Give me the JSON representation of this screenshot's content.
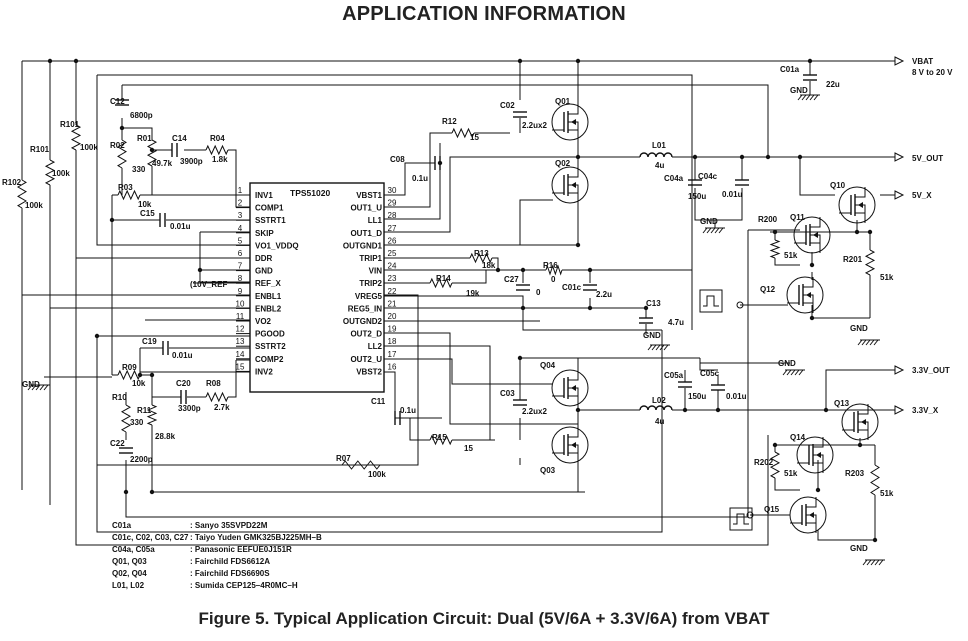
{
  "heading": "APPLICATION INFORMATION",
  "caption": "Figure 5. Typical Application Circuit: Dual (5V/6A + 3.3V/6A) from VBAT",
  "ic": {
    "name": "TPS51020",
    "left_pins": [
      {
        "num": "1",
        "name": "INV1"
      },
      {
        "num": "2",
        "name": "COMP1"
      },
      {
        "num": "3",
        "name": "SSTRT1"
      },
      {
        "num": "4",
        "name": "SKIP"
      },
      {
        "num": "5",
        "name": "VO1_VDDQ"
      },
      {
        "num": "6",
        "name": "DDR"
      },
      {
        "num": "7",
        "name": "GND"
      },
      {
        "num": "8",
        "name": "REF_X"
      },
      {
        "num": "9",
        "name": "ENBL1"
      },
      {
        "num": "10",
        "name": "ENBL2"
      },
      {
        "num": "11",
        "name": "VO2"
      },
      {
        "num": "12",
        "name": "PGOOD"
      },
      {
        "num": "13",
        "name": "SSTRT2"
      },
      {
        "num": "14",
        "name": "COMP2"
      },
      {
        "num": "15",
        "name": "INV2"
      }
    ],
    "right_pins": [
      {
        "num": "30",
        "name": "VBST1"
      },
      {
        "num": "29",
        "name": "OUT1_U"
      },
      {
        "num": "28",
        "name": "LL1"
      },
      {
        "num": "27",
        "name": "OUT1_D"
      },
      {
        "num": "26",
        "name": "OUTGND1"
      },
      {
        "num": "25",
        "name": "TRIP1"
      },
      {
        "num": "24",
        "name": "VIN"
      },
      {
        "num": "23",
        "name": "TRIP2"
      },
      {
        "num": "22",
        "name": "VREG5"
      },
      {
        "num": "21",
        "name": "REG5_IN"
      },
      {
        "num": "20",
        "name": "OUTGND2"
      },
      {
        "num": "19",
        "name": "OUT2_D"
      },
      {
        "num": "18",
        "name": "LL2"
      },
      {
        "num": "17",
        "name": "OUT2_U"
      },
      {
        "num": "16",
        "name": "VBST2"
      }
    ]
  },
  "nets": {
    "vbat": "VBAT",
    "vbat_range": "8 V to 20 V",
    "out_5v": "5V_OUT",
    "out_5vx": "5V_X",
    "out_33v": "3.3V_OUT",
    "out_33vx": "3.3V_X",
    "gnd": "GND",
    "ref_note": "(10V_REF"
  },
  "parts": {
    "r101a": "R101",
    "r101b": "R101",
    "r102": "R102",
    "r101_val": "100k",
    "r101b_val": "100k",
    "r102_val": "100k",
    "c12": "C12",
    "c12_val": "6800p",
    "r01": "R01",
    "r01_val": "49.7k",
    "r02": "R02",
    "r02_val": "330",
    "c14": "C14",
    "c14_val": "3900p",
    "r04": "R04",
    "r04_val": "1.8k",
    "r03": "R03",
    "r03_val": "10k",
    "c15": "C15",
    "c15_val": "0.01u",
    "c19": "C19",
    "c19_val": "0.01u",
    "r09": "R09",
    "r09_val": "10k",
    "c20": "C20",
    "c20_val": "3300p",
    "r08": "R08",
    "r08_val": "2.7k",
    "r10": "R10",
    "r10_val": "330",
    "r11": "R11",
    "r11_val": "28.8k",
    "c22": "C22",
    "c22_val": "2200p",
    "r07": "R07",
    "r07_val": "100k",
    "r12": "R12",
    "r12_val": "15",
    "c02": "C02",
    "c02_val": "2.2ux2",
    "c08": "C08",
    "c08_val": "0.1u",
    "q01": "Q01",
    "q02": "Q02",
    "l01": "L01",
    "l01_val": "4u",
    "c04a": "C04a",
    "c04a_val": "150u",
    "c04c": "C04c",
    "c04c_val": "0.01u",
    "c01a": "C01a",
    "c01a_val": "22u",
    "r13": "R13",
    "r13_val": "18k",
    "r14": "R14",
    "r14_val": "19k",
    "c27": "C27",
    "c27_val": "0",
    "r16": "R16",
    "r16_val": "0",
    "c01c": "C01c",
    "c01c_val": "2.2u",
    "c13": "C13",
    "c13_val": "4.7u",
    "q10": "Q10",
    "q11": "Q11",
    "q12": "Q12",
    "r200": "R200",
    "r200_val": "51k",
    "r201": "R201",
    "r201_val": "51k",
    "q04": "Q04",
    "q03": "Q03",
    "c03": "C03",
    "c03_val": "2.2ux2",
    "c11": "C11",
    "c11_val": "0.1u",
    "r15": "R15",
    "r15_val": "15",
    "l02": "L02",
    "l02_val": "4u",
    "c05a": "C05a",
    "c05a_val": "150u",
    "c05c": "C05c",
    "c05c_val": "0.01u",
    "q13": "Q13",
    "q14": "Q14",
    "q15": "Q15",
    "r202": "R202",
    "r202_val": "51k",
    "r203": "R203",
    "r203_val": "51k"
  },
  "bom": [
    {
      "ref": "C01a",
      "part": ": Sanyo  35SVPD22M"
    },
    {
      "ref": "C01c, C02, C03, C27",
      "part": ": Taiyo Yuden  GMK325BJ225MH–B"
    },
    {
      "ref": "C04a, C05a",
      "part": ": Panasonic  EEFUE0J151R"
    },
    {
      "ref": "Q01, Q03",
      "part": ": Fairchild  FDS6612A"
    },
    {
      "ref": "Q02, Q04",
      "part": ": Fairchild  FDS6690S"
    },
    {
      "ref": "L01, L02",
      "part": ": Sumida  CEP125–4R0MC–H"
    }
  ]
}
